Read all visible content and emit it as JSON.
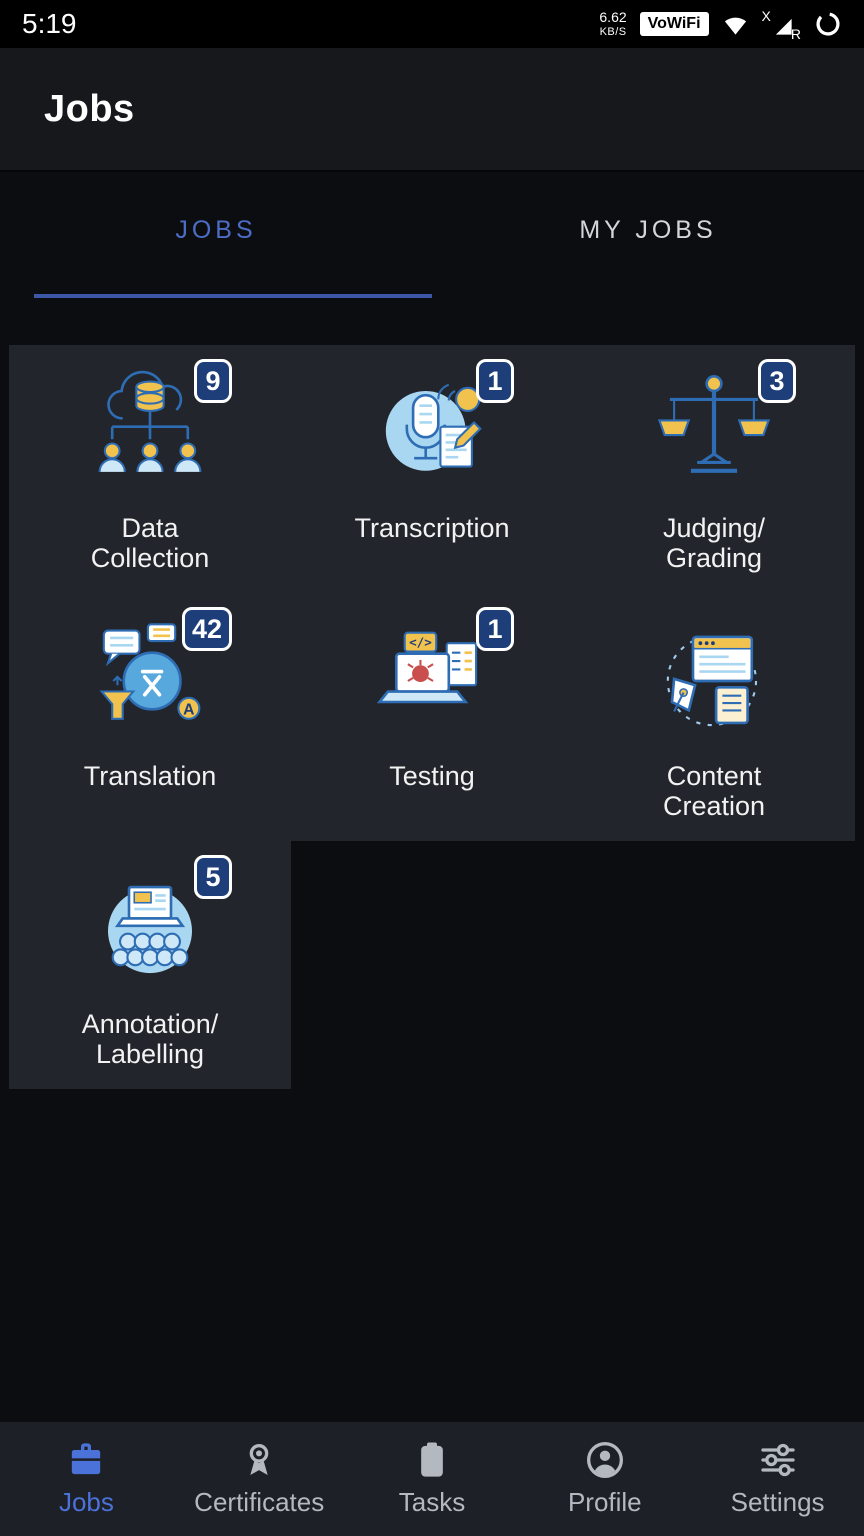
{
  "status_bar": {
    "time": "5:19",
    "network_speed_value": "6.62",
    "network_speed_unit": "KB/S",
    "vowifi_label": "VoWiFi",
    "signal_left_label": "X",
    "signal_right_label": "R"
  },
  "header": {
    "title": "Jobs"
  },
  "tabs": [
    {
      "id": "jobs",
      "label": "JOBS",
      "active": true
    },
    {
      "id": "my-jobs",
      "label": "MY JOBS",
      "active": false
    }
  ],
  "jobs": [
    {
      "id": "data-collection",
      "label": "Data\nCollection",
      "badge": "9",
      "icon": "data-collection-icon"
    },
    {
      "id": "transcription",
      "label": "Transcription",
      "badge": "1",
      "icon": "transcription-icon"
    },
    {
      "id": "judging-grading",
      "label": "Judging/\nGrading",
      "badge": "3",
      "icon": "judging-grading-icon"
    },
    {
      "id": "translation",
      "label": "Translation",
      "badge": "42",
      "icon": "translation-icon"
    },
    {
      "id": "testing",
      "label": "Testing",
      "badge": "1",
      "icon": "testing-icon"
    },
    {
      "id": "content-creation",
      "label": "Content\nCreation",
      "badge": null,
      "icon": "content-creation-icon"
    },
    {
      "id": "annotation-labelling",
      "label": "Annotation/\nLabelling",
      "badge": "5",
      "icon": "annotation-labelling-icon"
    }
  ],
  "bottom_nav": [
    {
      "id": "jobs",
      "label": "Jobs",
      "icon": "briefcase-icon",
      "active": true
    },
    {
      "id": "certificates",
      "label": "Certificates",
      "icon": "certificate-icon",
      "active": false
    },
    {
      "id": "tasks",
      "label": "Tasks",
      "icon": "clipboard-icon",
      "active": false
    },
    {
      "id": "profile",
      "label": "Profile",
      "icon": "profile-icon",
      "active": false
    },
    {
      "id": "settings",
      "label": "Settings",
      "icon": "sliders-icon",
      "active": false
    }
  ],
  "colors": {
    "accent_blue": "#4a72d8",
    "tab_active_blue": "#4c6cc6",
    "badge_navy": "#1d3e78",
    "card_bg": "#22252b"
  }
}
